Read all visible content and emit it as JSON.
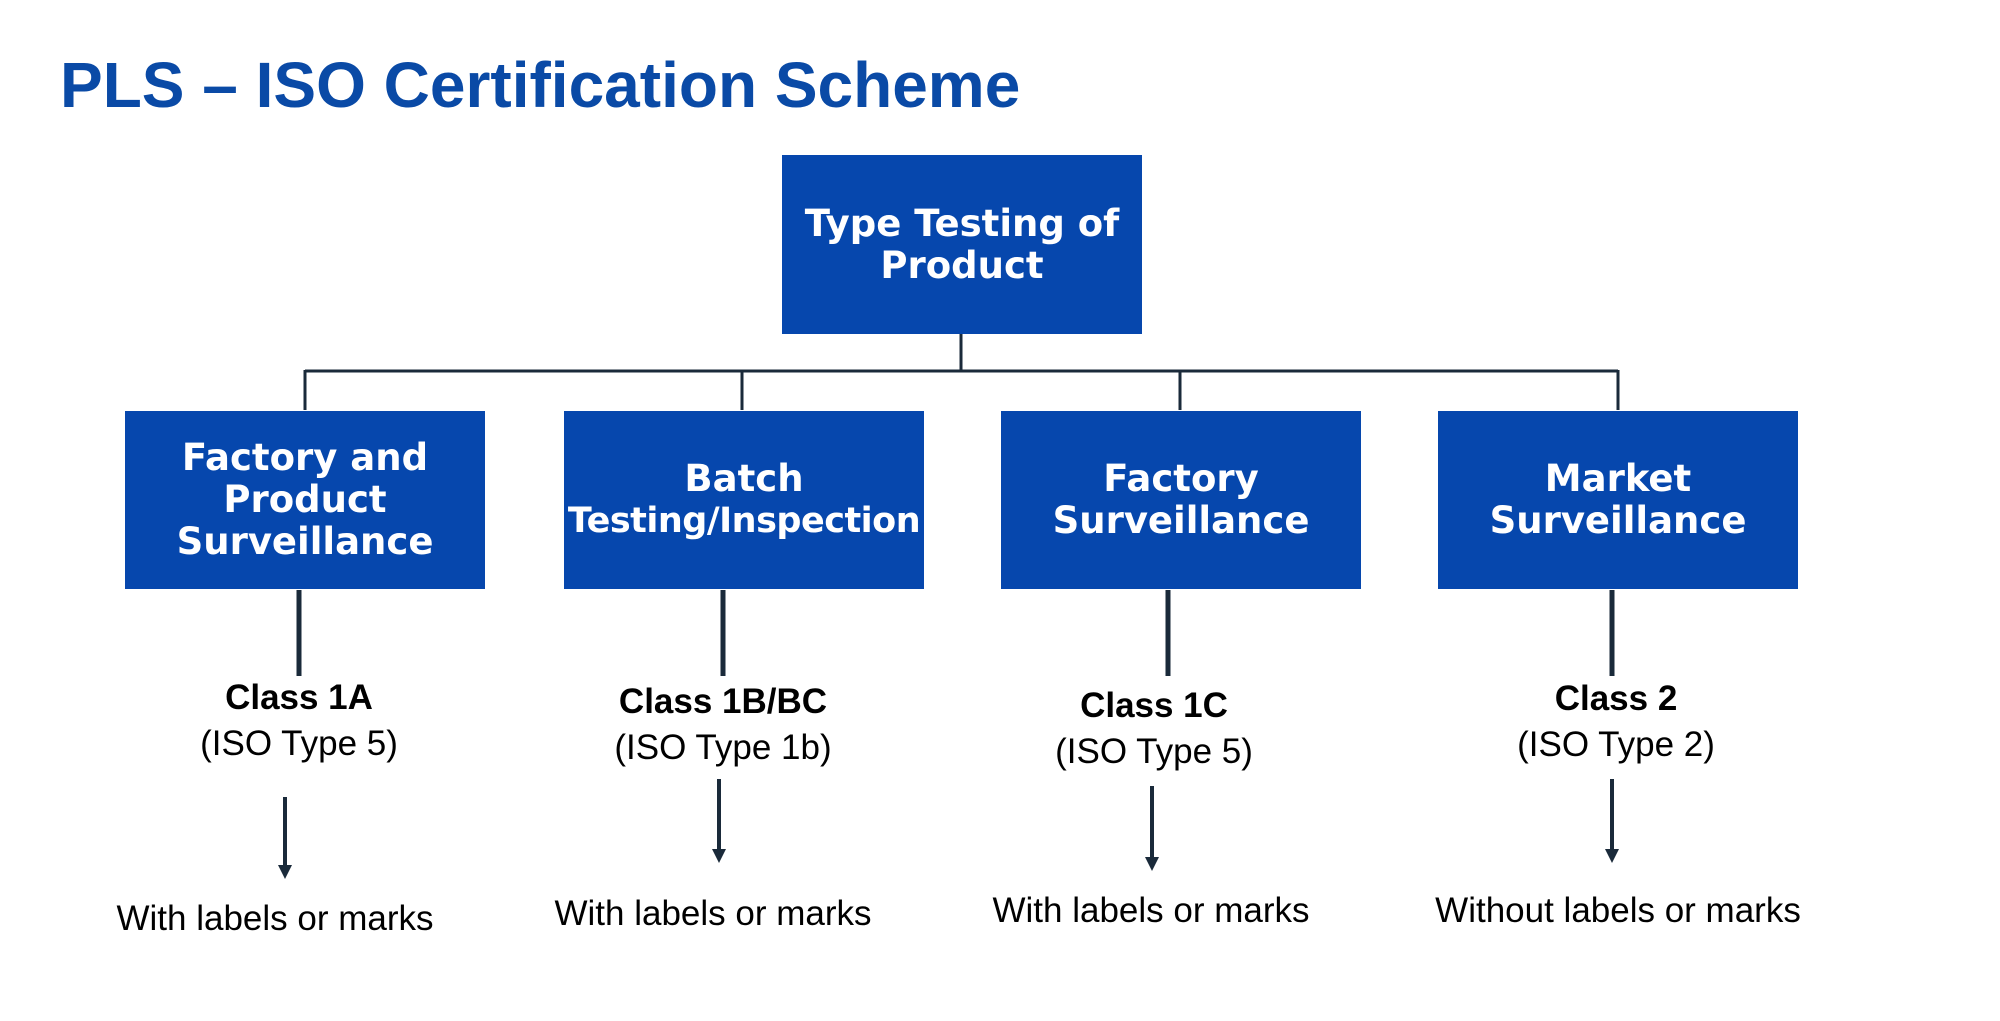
{
  "title": "PLS – ISO Certification Scheme",
  "root": {
    "lines": [
      "Type Testing of",
      "Product"
    ]
  },
  "branches": [
    {
      "box_lines": [
        "Factory and",
        "Product",
        "Surveillance"
      ],
      "class_name": "Class 1A",
      "iso_type": "(ISO Type 5)",
      "marking": "With labels or marks"
    },
    {
      "box_lines": [
        "Batch",
        "Testing/Inspection"
      ],
      "class_name": "Class 1B/BC",
      "iso_type": "(ISO Type 1b)",
      "marking": "With labels or marks"
    },
    {
      "box_lines": [
        "Factory",
        "Surveillance"
      ],
      "class_name": "Class 1C",
      "iso_type": "(ISO Type 5)",
      "marking": "With labels or marks"
    },
    {
      "box_lines": [
        "Market",
        "Surveillance"
      ],
      "class_name": "Class 2",
      "iso_type": "(ISO Type 2)",
      "marking": "Without labels or marks"
    }
  ],
  "colors": {
    "box_fill": "#0647ad",
    "title": "#0a4aa6",
    "connector": "#1a2a3a"
  }
}
